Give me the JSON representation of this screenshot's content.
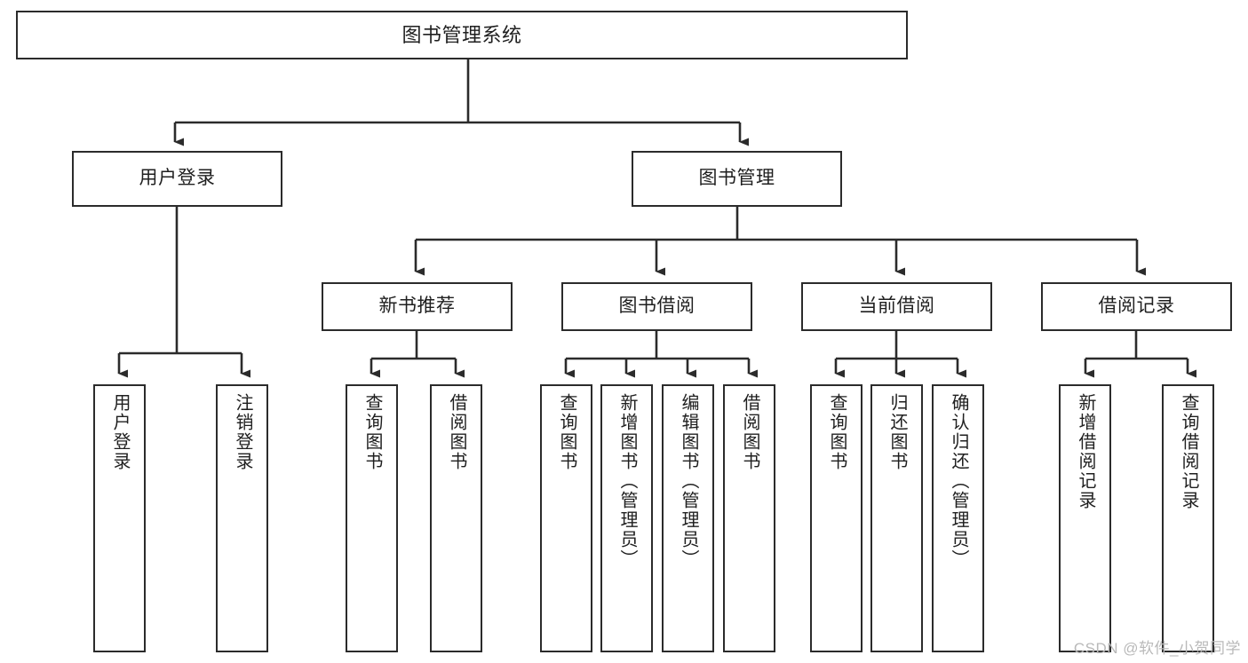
{
  "diagram": {
    "title": "图书管理系统",
    "type": "tree",
    "watermark": "CSDN @软件_小贺同学",
    "colors": {
      "stroke": "#2b2b2b",
      "fill": "#ffffff",
      "text": "#1f1f1f",
      "watermark": "#b9b9b9"
    },
    "root": {
      "label": "图书管理系统"
    },
    "level2": [
      {
        "label": "用户登录"
      },
      {
        "label": "图书管理"
      }
    ],
    "level3": [
      {
        "label": "新书推荐"
      },
      {
        "label": "图书借阅"
      },
      {
        "label": "当前借阅"
      },
      {
        "label": "借阅记录"
      }
    ],
    "leaves": {
      "user_login": [
        {
          "label": "用户登录"
        },
        {
          "label": "注销登录"
        }
      ],
      "new_book": [
        {
          "label": "查询图书"
        },
        {
          "label": "借阅图书"
        }
      ],
      "borrow_book": [
        {
          "label": "查询图书"
        },
        {
          "label": "新增图书（管理员）"
        },
        {
          "label": "编辑图书（管理员）"
        },
        {
          "label": "借阅图书"
        }
      ],
      "current_borrow": [
        {
          "label": "查询图书"
        },
        {
          "label": "归还图书"
        },
        {
          "label": "确认归还（管理员）"
        }
      ],
      "borrow_record": [
        {
          "label": "新增借阅记录"
        },
        {
          "label": "查询借阅记录"
        }
      ]
    }
  }
}
